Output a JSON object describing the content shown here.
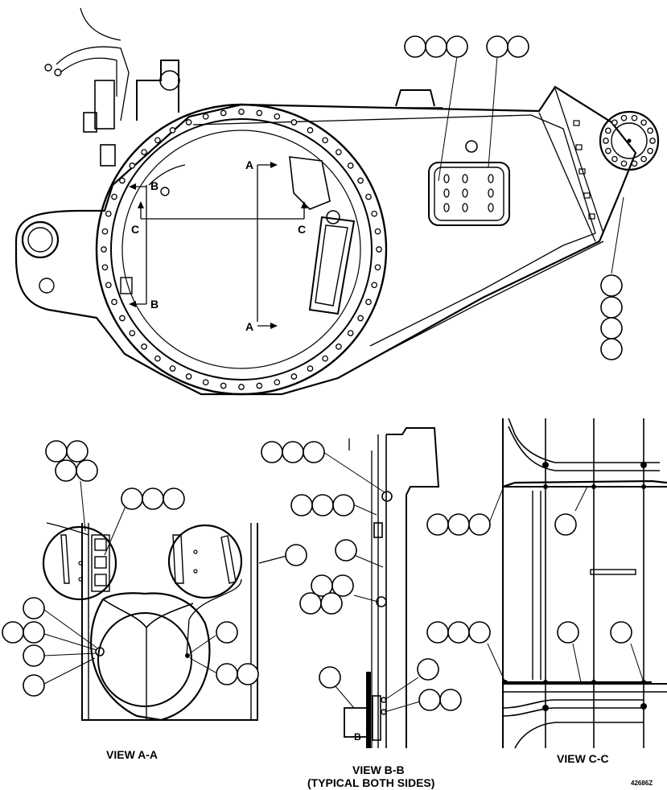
{
  "section_marks": {
    "a_top": "A",
    "a_bottom": "A",
    "b_top": "B",
    "b_bottom": "B",
    "c_left": "C",
    "c_right": "C"
  },
  "views": {
    "view_a": "VIEW A-A",
    "view_b_line1": "VIEW B-B",
    "view_b_line2": "(TYPICAL BOTH SIDES)",
    "view_c": "VIEW C-C"
  },
  "detail_b_marker": "B",
  "drawing_number": "42686Z",
  "colors": {
    "ink": "#000000",
    "paper": "#ffffff"
  }
}
